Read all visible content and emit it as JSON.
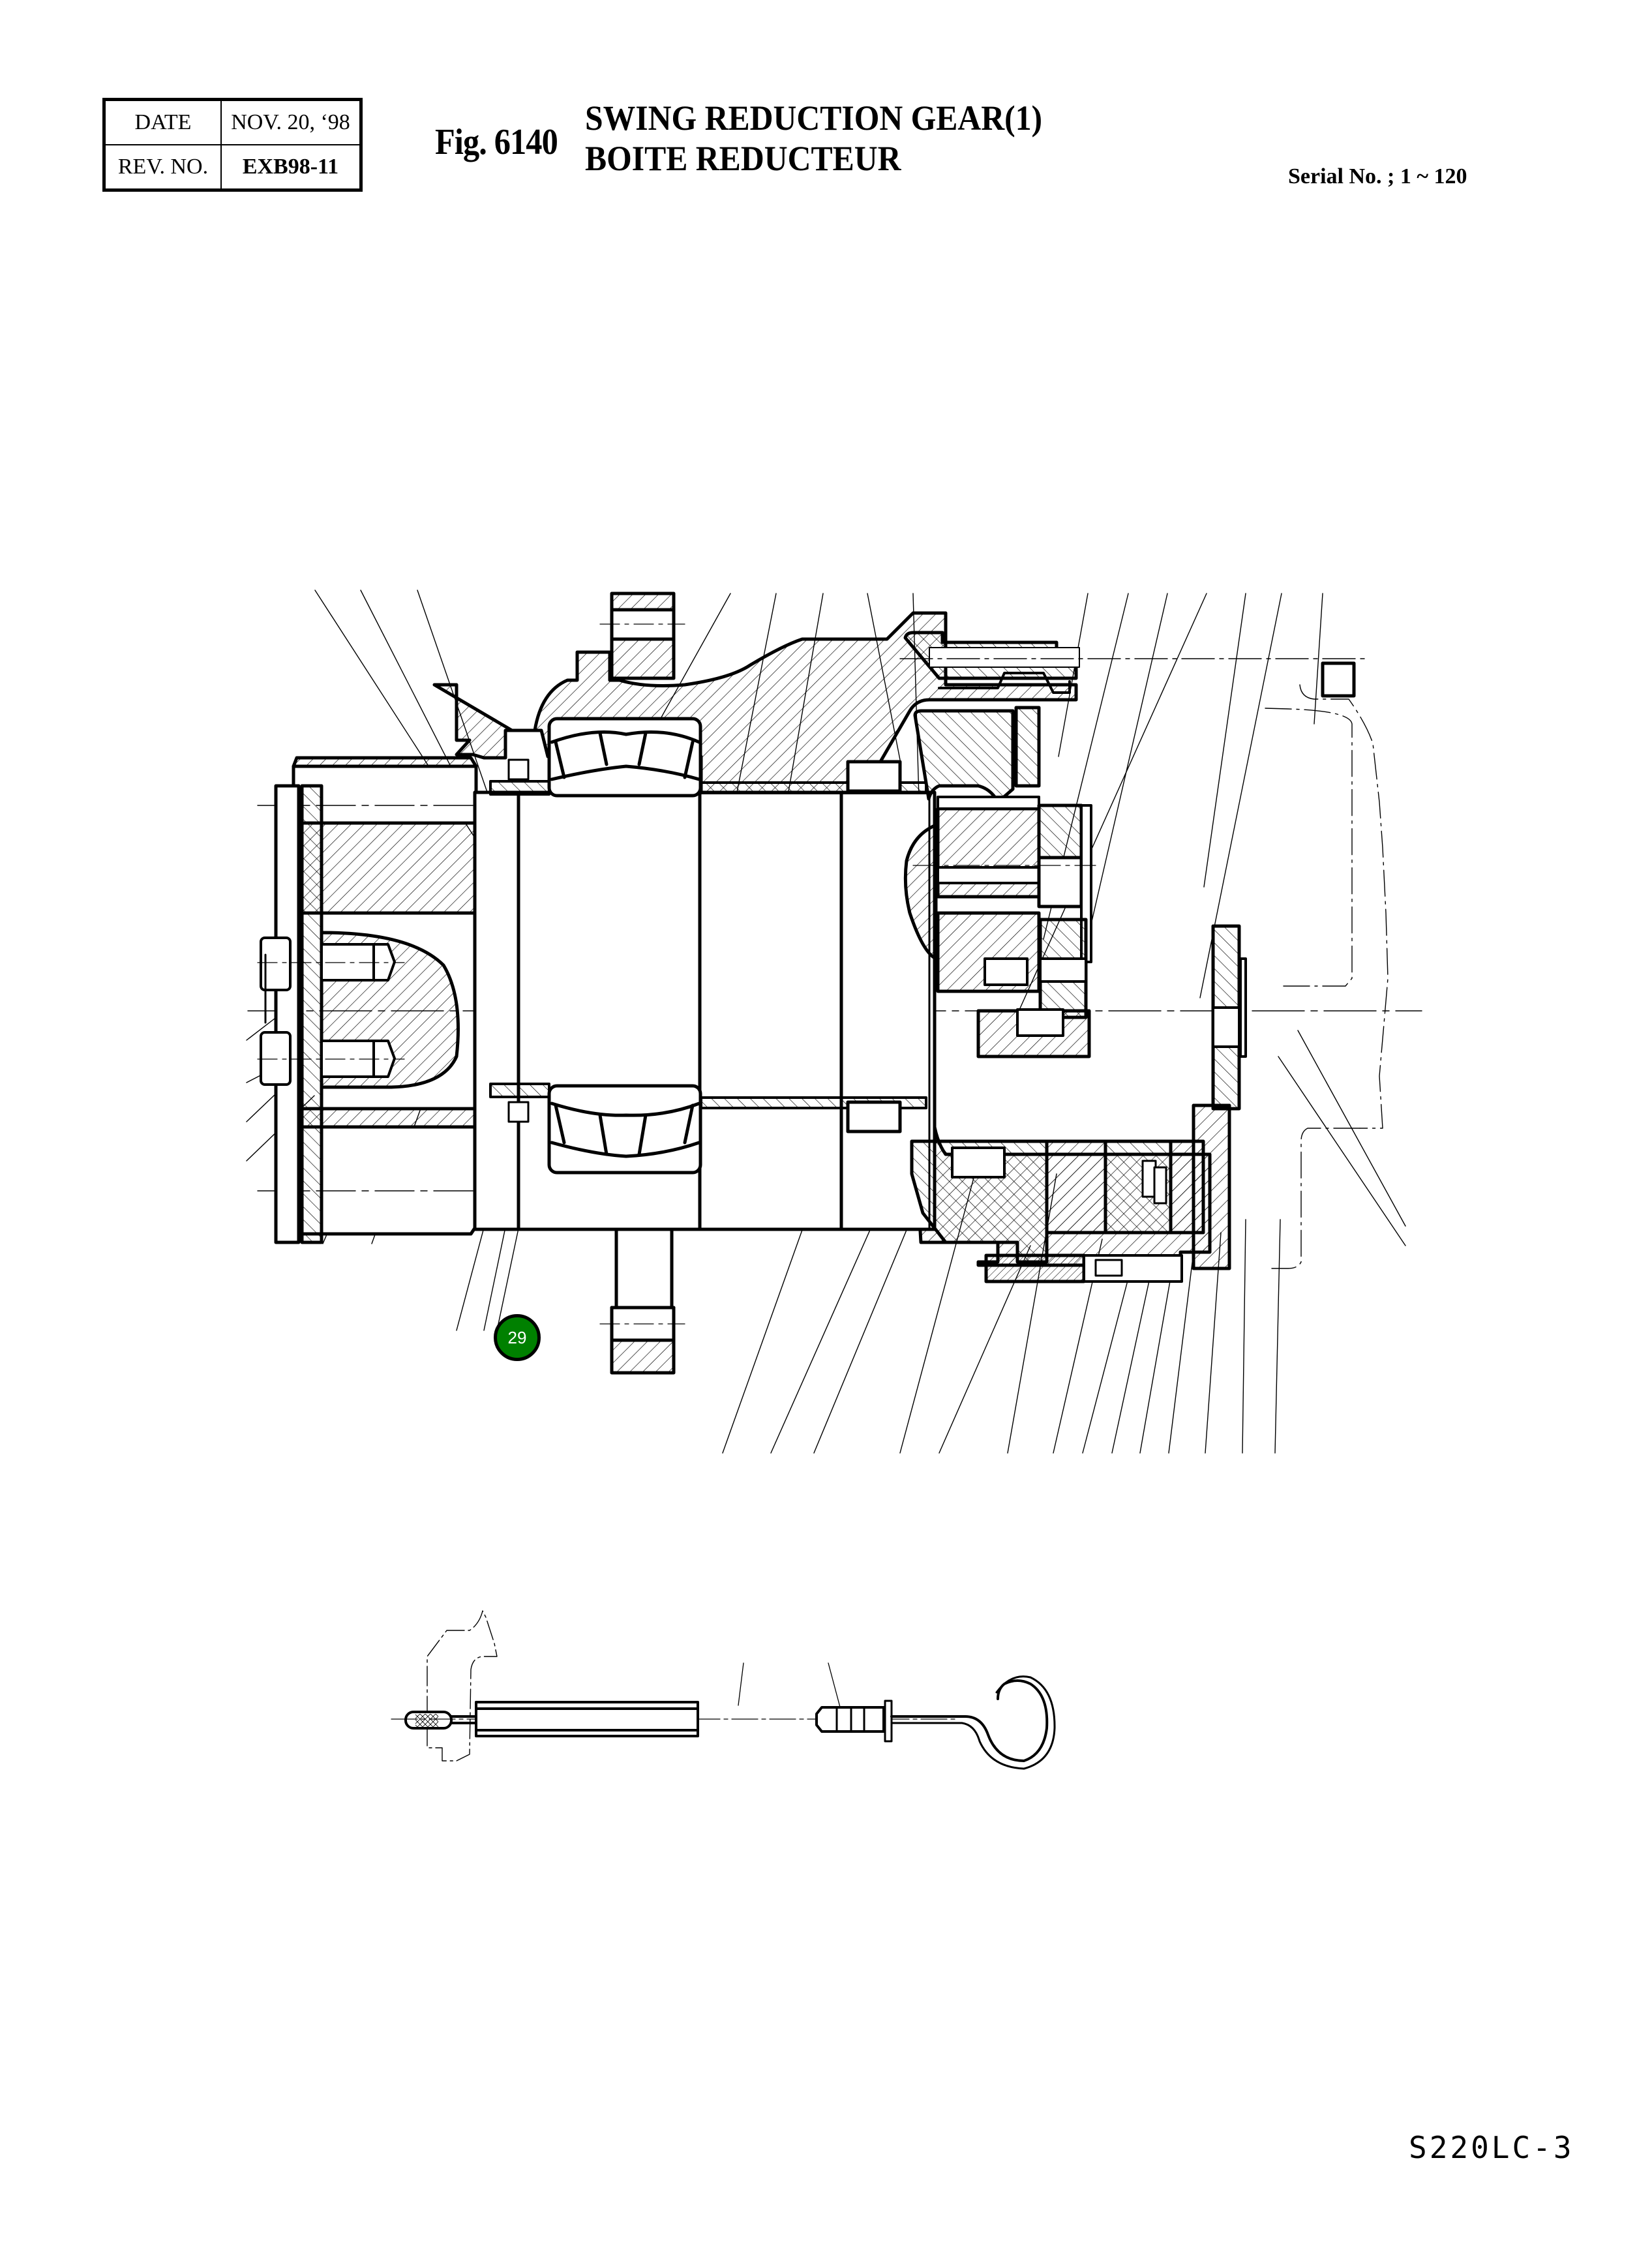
{
  "revision_box": {
    "date_label": "DATE",
    "date_value": "NOV. 20, ‘98",
    "rev_label": "REV. NO.",
    "rev_value": "EXB98-11"
  },
  "figure": {
    "number": "Fig. 6140",
    "title_en": "SWING REDUCTION GEAR(1)",
    "title_fr": "BOITE REDUCTEUR"
  },
  "serial": "Serial No. ; 1 ~ 120",
  "model": "S220LC-3",
  "callouts": [
    {
      "label": "29",
      "color": "#008000"
    }
  ],
  "drawing": {
    "main_view": "swing-reduction-gear-cross-section",
    "sub_view": "level-gauge-dipstick",
    "line_color": "#000000",
    "hatch_color": "#000000"
  }
}
